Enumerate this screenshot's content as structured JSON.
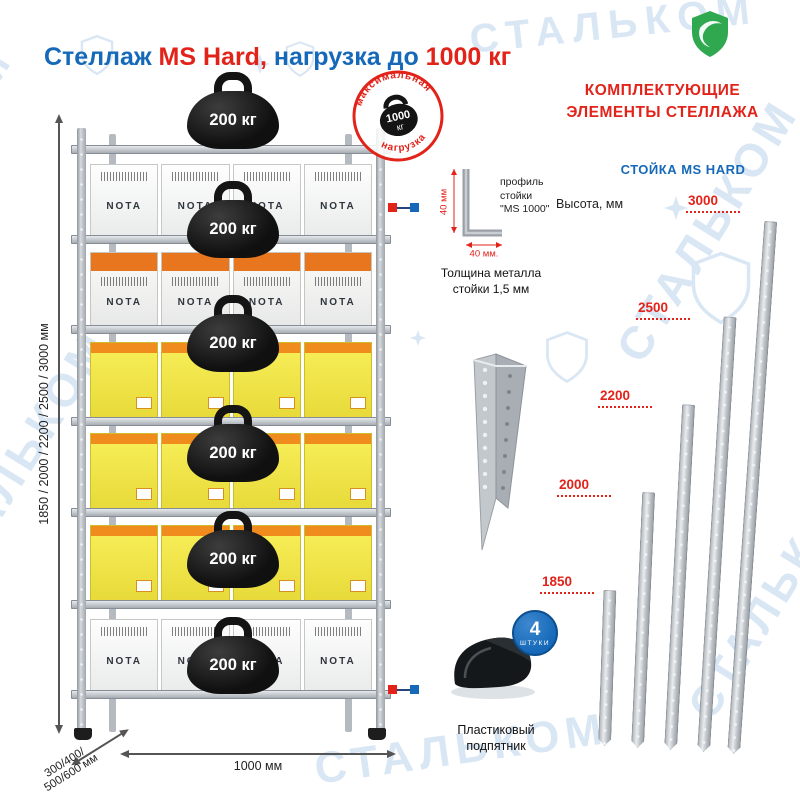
{
  "brand": {
    "watermark": "СТАЛЬКОМ"
  },
  "title": {
    "t1": "Стеллаж ",
    "t2": "MS Hard,",
    "t3": " нагрузка до ",
    "t4": "1000 кг"
  },
  "rack": {
    "load_badge": "200 кг",
    "stamp": {
      "top": "максимальная",
      "bottom": "нагрузка",
      "weight_line1": "1000",
      "weight_line2": "кг"
    },
    "rows": [
      {
        "style": "white",
        "label": "NOTA",
        "count": 4
      },
      {
        "style": "orange",
        "label": "NOTA",
        "count": 4
      },
      {
        "style": "yellow",
        "label": "",
        "count": 4
      },
      {
        "style": "yellow",
        "label": "",
        "count": 4
      },
      {
        "style": "yellow",
        "label": "",
        "count": 4
      },
      {
        "style": "white",
        "label": "NOTA",
        "count": 4
      }
    ],
    "dims": {
      "height": "1850 / 2000 / 2200 / 2500 / 3000 мм",
      "depth": "300/400/\n500/600 мм",
      "width": "1000 мм"
    }
  },
  "components": {
    "header": "КОМПЛЕКТУЮЩИЕ\nЭЛЕМЕНТЫ СТЕЛЛАЖА",
    "post_title": "СТОЙКА MS HARD",
    "height_label": "Высота, мм",
    "post_heights": [
      "3000",
      "2500",
      "2200",
      "2000",
      "1850"
    ],
    "profile": {
      "dim_vertical": "40 мм",
      "dim_horizontal": "40 мм.",
      "label": "профиль\nстойки\n\"MS 1000\"",
      "thickness": "Толщина металла\nстойки 1,5 мм"
    },
    "foot": {
      "badge_count": "4",
      "badge_label": "ШТУКИ",
      "caption": "Пластиковый\nподпятник"
    }
  }
}
